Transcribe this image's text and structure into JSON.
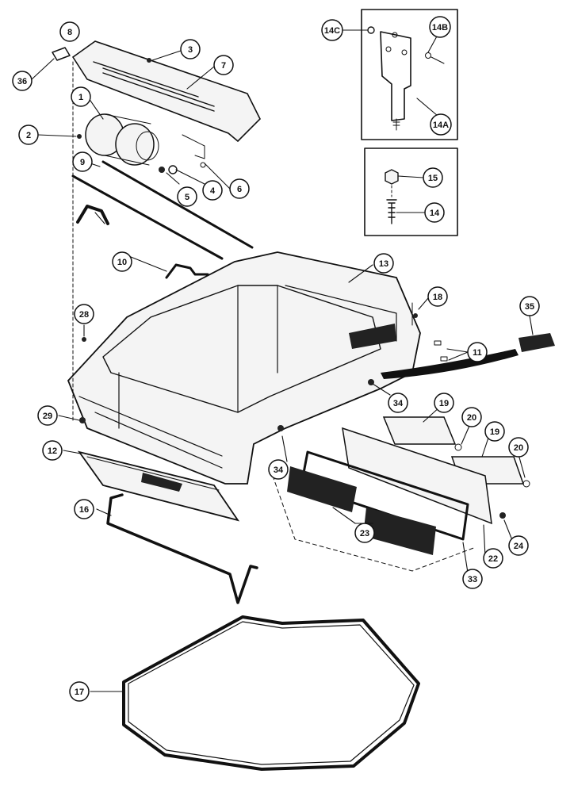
{
  "diagram": {
    "callouts": [
      {
        "id": "c8",
        "label": "8"
      },
      {
        "id": "c36",
        "label": "36"
      },
      {
        "id": "c3",
        "label": "3"
      },
      {
        "id": "c7",
        "label": "7"
      },
      {
        "id": "c1",
        "label": "1"
      },
      {
        "id": "c2",
        "label": "2"
      },
      {
        "id": "c5",
        "label": "5"
      },
      {
        "id": "c4",
        "label": "4"
      },
      {
        "id": "c6",
        "label": "6"
      },
      {
        "id": "c9",
        "label": "9"
      },
      {
        "id": "c10",
        "label": "10"
      },
      {
        "id": "c14C",
        "label": "14C"
      },
      {
        "id": "c14B",
        "label": "14B"
      },
      {
        "id": "c14A",
        "label": "14A"
      },
      {
        "id": "c15",
        "label": "15"
      },
      {
        "id": "c14",
        "label": "14"
      },
      {
        "id": "c13",
        "label": "13"
      },
      {
        "id": "c18",
        "label": "18"
      },
      {
        "id": "c35",
        "label": "35"
      },
      {
        "id": "c28",
        "label": "28"
      },
      {
        "id": "c11",
        "label": "11"
      },
      {
        "id": "c34a",
        "label": "34"
      },
      {
        "id": "c19a",
        "label": "19"
      },
      {
        "id": "c20a",
        "label": "20"
      },
      {
        "id": "c19b",
        "label": "19"
      },
      {
        "id": "c20b",
        "label": "20"
      },
      {
        "id": "c29",
        "label": "29"
      },
      {
        "id": "c12",
        "label": "12"
      },
      {
        "id": "c34b",
        "label": "34"
      },
      {
        "id": "c16",
        "label": "16"
      },
      {
        "id": "c23",
        "label": "23"
      },
      {
        "id": "c24",
        "label": "24"
      },
      {
        "id": "c22",
        "label": "22"
      },
      {
        "id": "c33",
        "label": "33"
      },
      {
        "id": "c17",
        "label": "17"
      }
    ]
  }
}
